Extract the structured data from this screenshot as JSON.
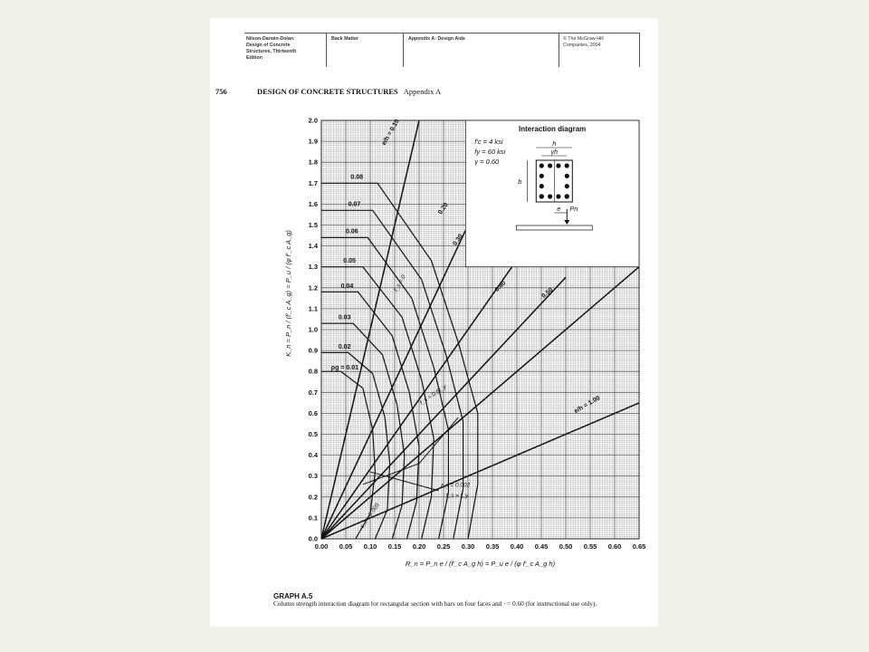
{
  "header": {
    "authors": [
      "Nilson-Darwin-Dolan:",
      "Design of Concrete",
      "Structures, Thirteenth",
      "Edition"
    ],
    "section": "Back Matter",
    "appendix": "Appendix A: Design Aids",
    "copyright": [
      "© The McGraw-Hill",
      "Companies, 2004"
    ]
  },
  "page_number": "756",
  "book_title": "DESIGN OF CONCRETE STRUCTURES",
  "appendix_label": "Appendix A",
  "chart_data": {
    "type": "line",
    "xlabel": "R_n = P_n e / (f'_c A_g h) = P_u e / (φ f'_c A_g h)",
    "ylabel": "K_n = P_n / (f'_c A_g) = P_u / (φ f'_c A_g)",
    "xlim": [
      0,
      0.65
    ],
    "ylim": [
      0,
      2.0
    ],
    "x_ticks": [
      "0.00",
      "0.05",
      "0.10",
      "0.15",
      "0.20",
      "0.25",
      "0.30",
      "0.35",
      "0.40",
      "0.45",
      "0.50",
      "0.55",
      "0.60",
      "0.65"
    ],
    "y_ticks": [
      "0.0",
      "0.1",
      "0.2",
      "0.3",
      "0.4",
      "0.5",
      "0.6",
      "0.7",
      "0.8",
      "0.9",
      "1.0",
      "1.1",
      "1.2",
      "1.3",
      "1.4",
      "1.5",
      "1.6",
      "1.7",
      "1.8",
      "1.9",
      "2.0"
    ],
    "grid": true,
    "series": [
      {
        "name": "ρg = 0.01",
        "points": [
          [
            0,
            0.8
          ],
          [
            0.04,
            0.8
          ],
          [
            0.085,
            0.72
          ],
          [
            0.105,
            0.52
          ],
          [
            0.11,
            0.32
          ],
          [
            0.1,
            0.12
          ],
          [
            0.07,
            0
          ]
        ]
      },
      {
        "name": "0.02",
        "points": [
          [
            0,
            0.89
          ],
          [
            0.055,
            0.89
          ],
          [
            0.105,
            0.79
          ],
          [
            0.13,
            0.58
          ],
          [
            0.14,
            0.36
          ],
          [
            0.135,
            0.14
          ],
          [
            0.11,
            0
          ]
        ]
      },
      {
        "name": "0.03",
        "points": [
          [
            0,
            1.03
          ],
          [
            0.065,
            1.03
          ],
          [
            0.125,
            0.88
          ],
          [
            0.155,
            0.64
          ],
          [
            0.17,
            0.4
          ],
          [
            0.165,
            0.16
          ],
          [
            0.145,
            0
          ]
        ]
      },
      {
        "name": "0.04",
        "points": [
          [
            0,
            1.18
          ],
          [
            0.075,
            1.18
          ],
          [
            0.145,
            0.97
          ],
          [
            0.18,
            0.7
          ],
          [
            0.2,
            0.44
          ],
          [
            0.195,
            0.18
          ],
          [
            0.175,
            0
          ]
        ]
      },
      {
        "name": "0.05",
        "points": [
          [
            0,
            1.3
          ],
          [
            0.085,
            1.3
          ],
          [
            0.165,
            1.06
          ],
          [
            0.205,
            0.76
          ],
          [
            0.23,
            0.48
          ],
          [
            0.225,
            0.2
          ],
          [
            0.205,
            0
          ]
        ]
      },
      {
        "name": "0.06",
        "points": [
          [
            0,
            1.44
          ],
          [
            0.095,
            1.44
          ],
          [
            0.185,
            1.15
          ],
          [
            0.23,
            0.82
          ],
          [
            0.26,
            0.52
          ],
          [
            0.26,
            0.22
          ],
          [
            0.24,
            0
          ]
        ]
      },
      {
        "name": "0.07",
        "points": [
          [
            0,
            1.57
          ],
          [
            0.105,
            1.57
          ],
          [
            0.205,
            1.24
          ],
          [
            0.255,
            0.88
          ],
          [
            0.29,
            0.56
          ],
          [
            0.29,
            0.24
          ],
          [
            0.27,
            0
          ]
        ]
      },
      {
        "name": "0.08",
        "points": [
          [
            0,
            1.7
          ],
          [
            0.115,
            1.7
          ],
          [
            0.225,
            1.33
          ],
          [
            0.28,
            0.94
          ],
          [
            0.32,
            0.6
          ],
          [
            0.32,
            0.26
          ],
          [
            0.3,
            0
          ]
        ]
      },
      {
        "name": "e/h = 0.10",
        "points": [
          [
            0,
            0
          ],
          [
            0.2,
            2.0
          ]
        ]
      },
      {
        "name": "0.20",
        "points": [
          [
            0,
            0
          ],
          [
            0.35,
            1.75
          ]
        ]
      },
      {
        "name": "0.30",
        "points": [
          [
            0,
            0
          ],
          [
            0.45,
            1.5
          ]
        ]
      },
      {
        "name": "0.40",
        "points": [
          [
            0,
            0
          ],
          [
            0.5,
            1.25
          ]
        ]
      },
      {
        "name": "0.50",
        "points": [
          [
            0,
            0
          ],
          [
            0.65,
            1.3
          ]
        ]
      },
      {
        "name": "e/h = 1.00",
        "points": [
          [
            0,
            0
          ],
          [
            0.65,
            0.65
          ]
        ]
      }
    ],
    "annotations": [
      "f_s = 0",
      "f_s = 0.5f_y",
      "ε_t = 0.002",
      "f_s = f_y",
      "ε_t = 0.005"
    ],
    "inset": {
      "title": "Interaction diagram",
      "params": [
        "f'c = 4 ksi",
        "fy = 60 ksi",
        "γ = 0.60"
      ],
      "labels": {
        "h": "h",
        "gh": "γh",
        "b": "b",
        "e": "e",
        "pn": "Pn"
      }
    }
  },
  "caption": {
    "title": "GRAPH A.5",
    "text": "Column strength interaction diagram for rectangular section with bars on four faces and · = 0.60 (for instructional use only)."
  }
}
